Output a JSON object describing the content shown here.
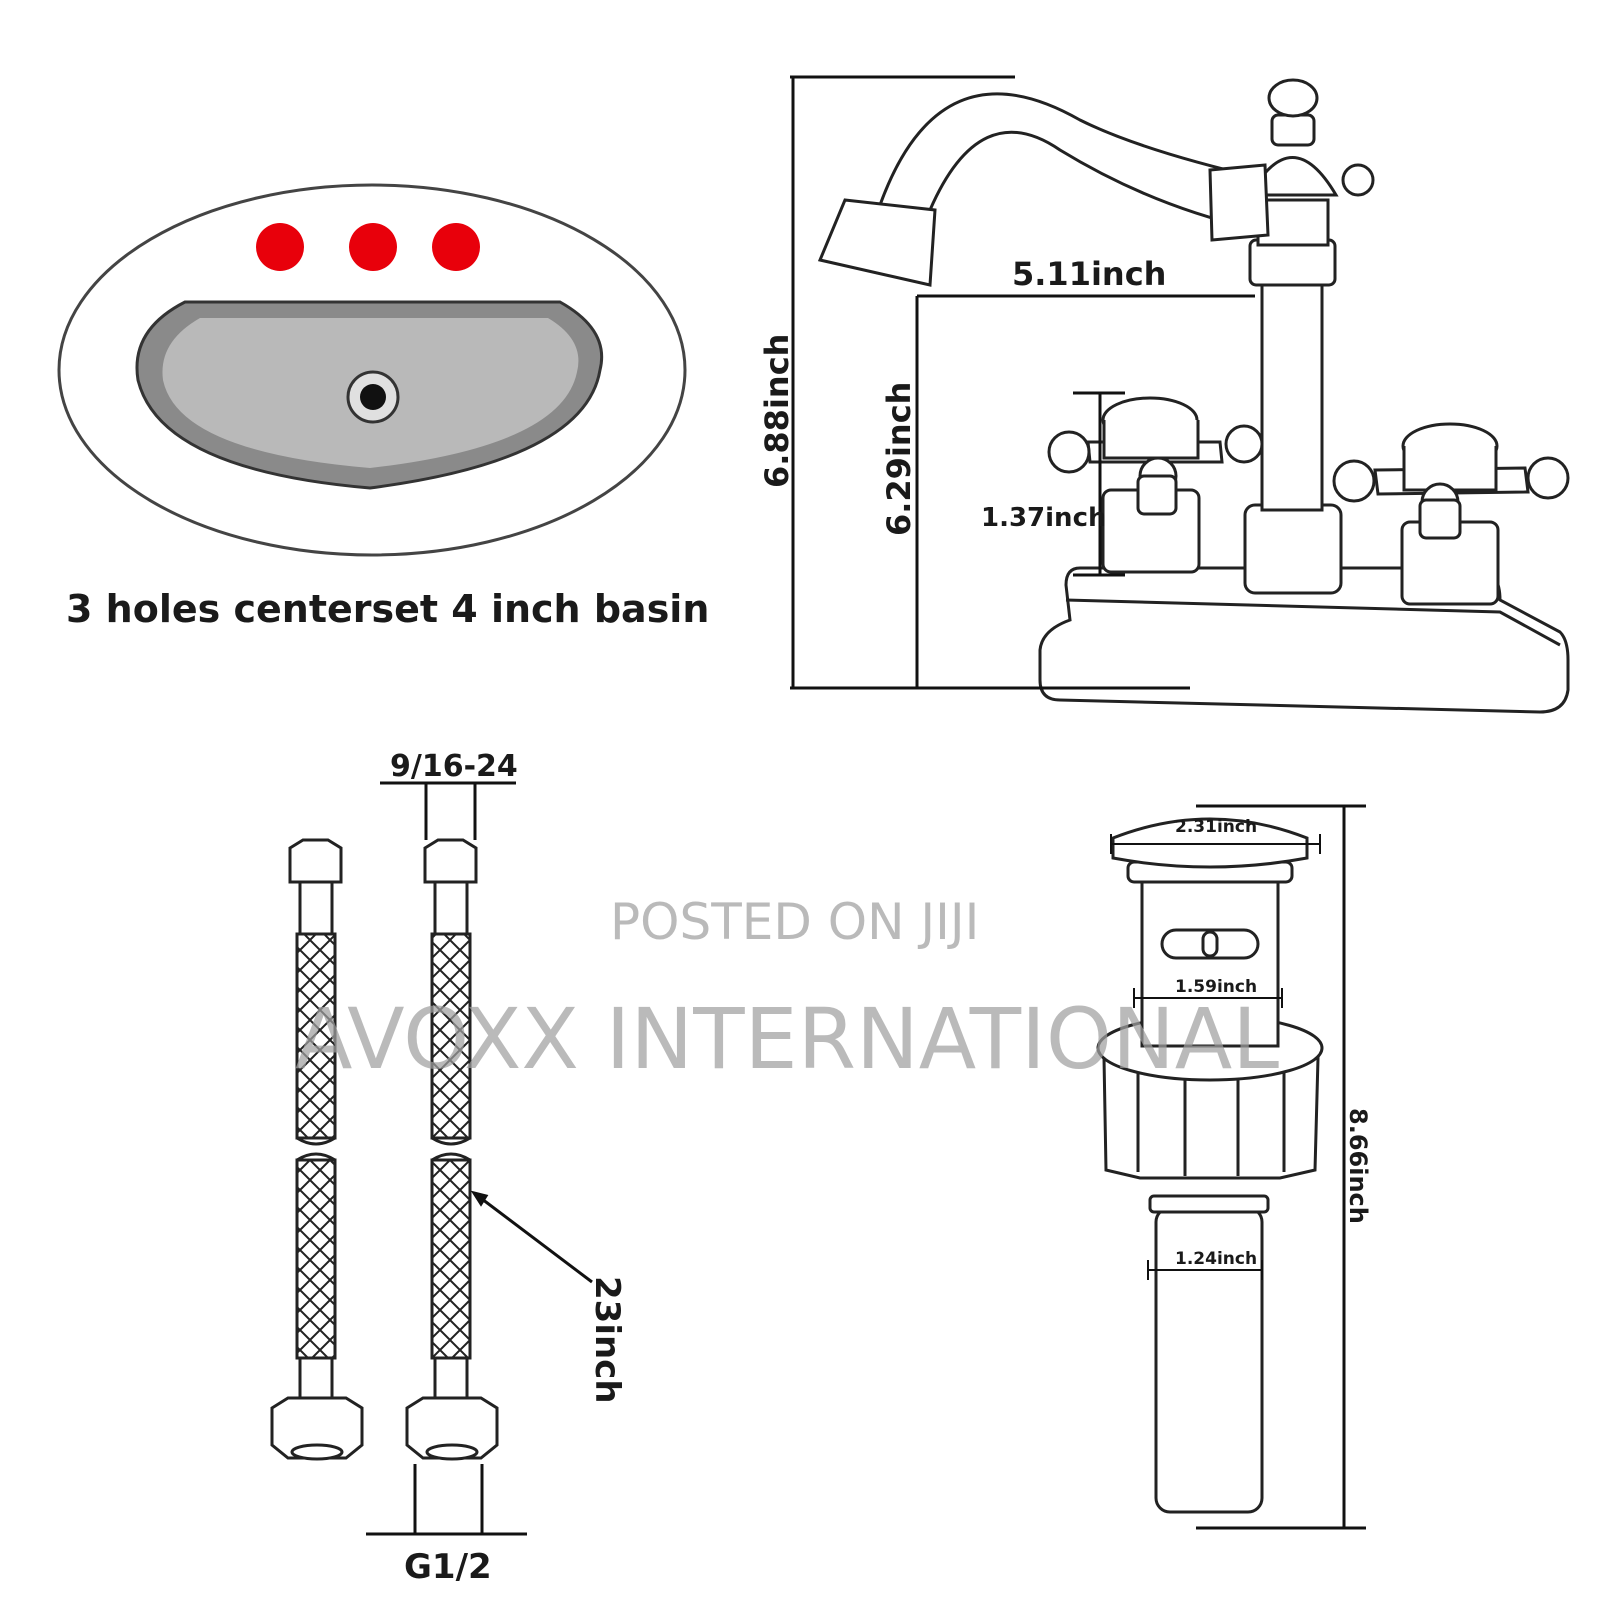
{
  "basin": {
    "caption": "3 holes centerset 4 inch basin",
    "hole_color": "#e8000b"
  },
  "faucet": {
    "total_height": "6.88inch",
    "spout_height": "6.29inch",
    "spout_reach": "5.11inch",
    "handle_height": "1.37inch"
  },
  "hoses": {
    "top_thread": "9/16-24",
    "length": "23inch",
    "bottom_thread": "G1/2"
  },
  "drain": {
    "cap_diameter": "2.31inch",
    "body_diameter": "1.59inch",
    "tail_diameter": "1.24inch",
    "total_height": "8.66inch"
  },
  "watermark": {
    "line1": "POSTED ON JIJI",
    "line2": "AVOXX INTERNATIONAL"
  }
}
